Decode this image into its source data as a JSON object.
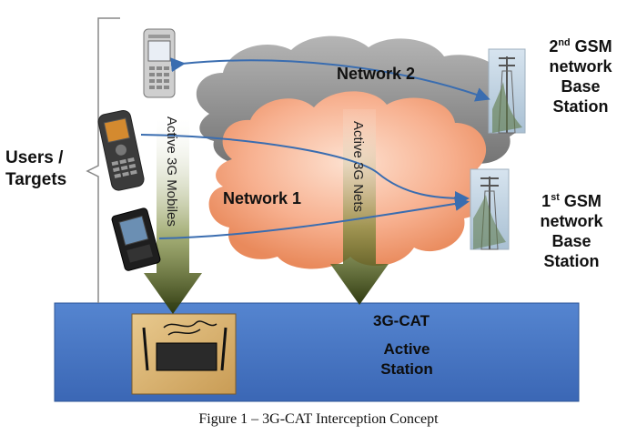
{
  "users_label": "Users / Targets",
  "users_line1": "Users /",
  "users_line2": "Targets",
  "network1_label": "Network 1",
  "network2_label": "Network 2",
  "active_mobiles_label": "Active 3G Mobiles",
  "active_nets_label": "Active 3G Nets",
  "gsm2": {
    "num": "2",
    "sup": "nd",
    "line1": "GSM",
    "line2": "network",
    "line3": "Base",
    "line4": "Station"
  },
  "gsm1": {
    "num": "1",
    "sup": "st",
    "line1": "GSM",
    "line2": "network",
    "line3": "Base",
    "line4": "Station"
  },
  "cat_title": "3G-CAT",
  "active_station_line1": "Active",
  "active_station_line2": "Station",
  "caption": "Figure 1 – 3G-CAT Interception Concept",
  "colors": {
    "blue_panel": "#4472c4",
    "cloud_gray": "#8c8c8c",
    "cloud_orange": "#f4a37e",
    "arrow_blue": "#3a6db0"
  }
}
